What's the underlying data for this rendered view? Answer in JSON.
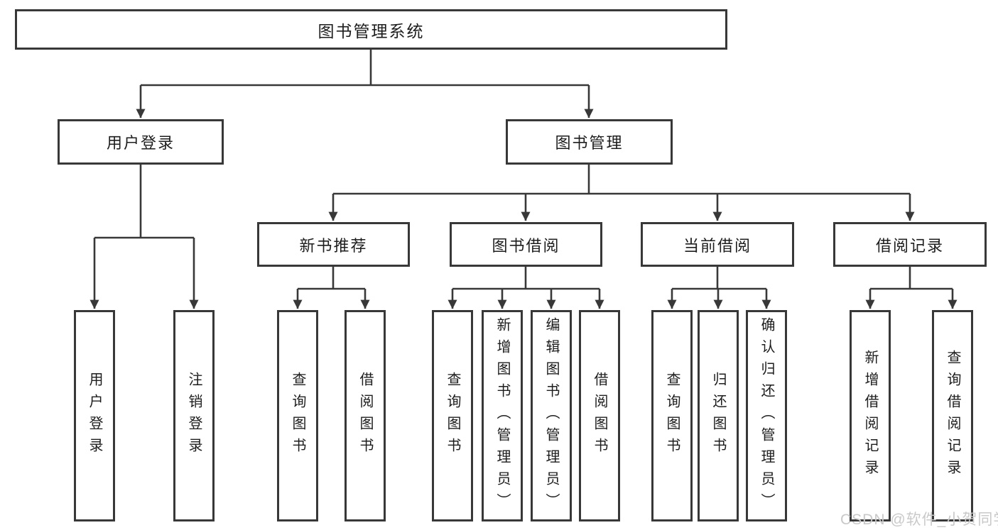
{
  "tree": {
    "root": {
      "label": "图书管理系统"
    },
    "level2": [
      {
        "label": "用户登录"
      },
      {
        "label": "图书管理"
      }
    ],
    "level3": [
      {
        "label": "新书推荐"
      },
      {
        "label": "图书借阅"
      },
      {
        "label": "当前借阅"
      },
      {
        "label": "借阅记录"
      }
    ],
    "leaves": {
      "userLogin": [
        "用户登录",
        "注销登录"
      ],
      "newBooks": [
        "查询图书",
        "借阅图书"
      ],
      "bookBorrow": [
        "查询图书",
        "新增图书（管理员）",
        "编辑图书（管理员）",
        "借阅图书"
      ],
      "currentBorrow": [
        "查询图书",
        "归还图书",
        "确认归还（管理员）"
      ],
      "borrowRecords": [
        "新增借阅记录",
        "查询借阅记录"
      ]
    }
  },
  "watermark": {
    "text": "CSDN @软件_小贺同学"
  },
  "colors": {
    "line": "#383838",
    "box_border": "#383838",
    "text": "#1d1d1d",
    "watermark": "#c9c9c9",
    "background": "#ffffff"
  }
}
